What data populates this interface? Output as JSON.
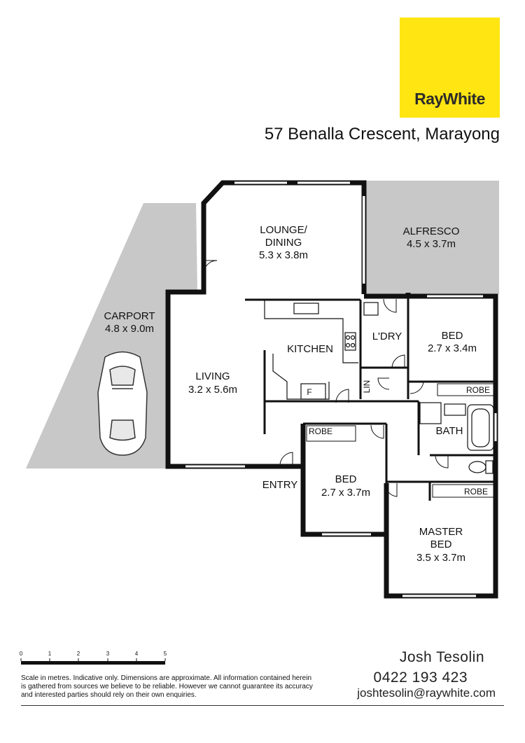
{
  "brand": {
    "name": "RayWhite",
    "color": "#ffe512"
  },
  "address": "57 Benalla Crescent, Marayong",
  "rooms": {
    "carport": {
      "name": "CARPORT",
      "size": "4.8 x 9.0m"
    },
    "lounge": {
      "name_line1": "LOUNGE/",
      "name_line2": "DINING",
      "size": "5.3 x 3.8m"
    },
    "alfresco": {
      "name": "ALFRESCO",
      "size": "4.5 x 3.7m"
    },
    "kitchen": {
      "name": "KITCHEN"
    },
    "laundry": {
      "name": "L'DRY"
    },
    "bed1": {
      "name": "BED",
      "size": "2.7 x 3.4m"
    },
    "living": {
      "name": "LIVING",
      "size": "3.2 x 5.6m"
    },
    "bath": {
      "name": "BATH"
    },
    "bed2": {
      "name": "BED",
      "size": "2.7 x 3.7m"
    },
    "master": {
      "name_line1": "MASTER",
      "name_line2": "BED",
      "size": "3.5 x 3.7m"
    },
    "entry": {
      "name": "ENTRY"
    },
    "robe": "ROBE",
    "lin": "LIN",
    "fridge": "F"
  },
  "scale": {
    "ticks": [
      "0",
      "1",
      "2",
      "3",
      "4",
      "5"
    ]
  },
  "disclaimer": "Scale in metres. Indicative only. Dimensions are approximate. All information contained herein is gathered from sources we believe to be reliable. However we cannot guarantee its accuracy and interested parties should rely on their own enquiries.",
  "agent": {
    "name": "Josh Tesolin",
    "phone": "0422 193 423",
    "email": "joshtesolin@raywhite.com"
  }
}
